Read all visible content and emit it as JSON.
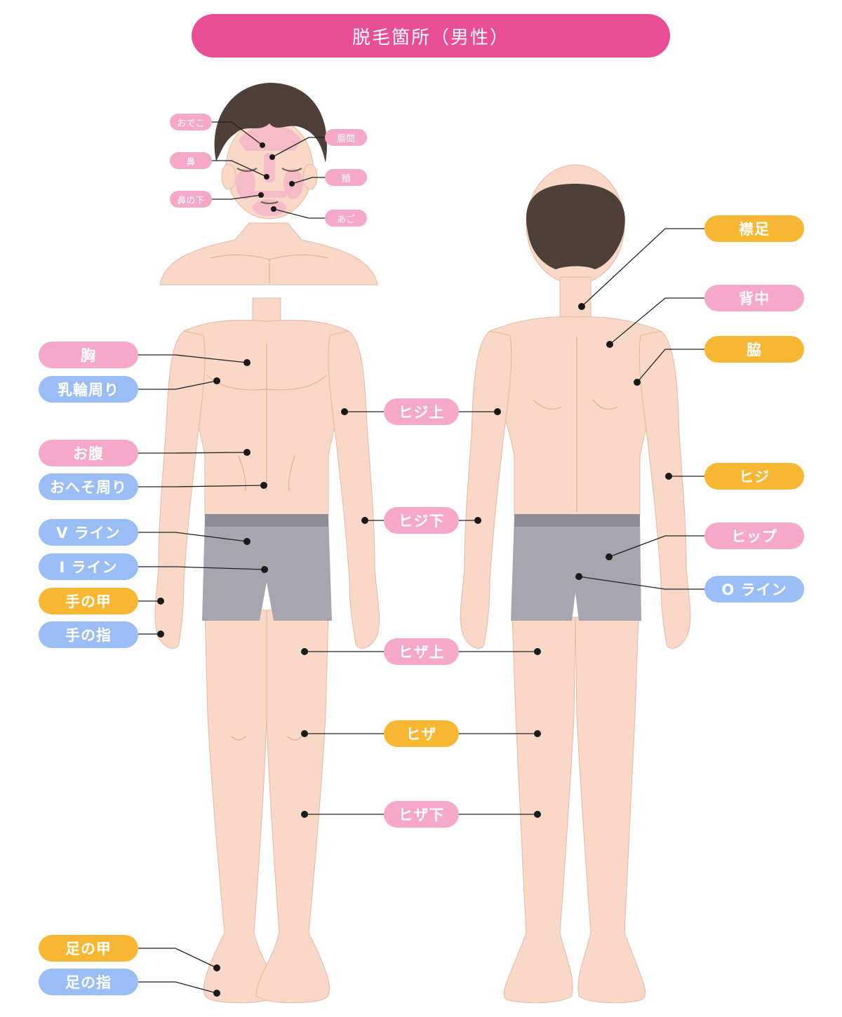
{
  "title": "脱毛箇所（男性）",
  "colors": {
    "title": "#e94d95",
    "pink": "#f6a8c9",
    "blue": "#9bbdf5",
    "orange": "#f8b733",
    "skin": "#f9d8c8",
    "hair": "#4e4038",
    "shorts": "#a7a5ad",
    "waistband": "#8e8c94"
  },
  "face_labels": [
    "おでこ",
    "眉間",
    "鼻",
    "頬",
    "鼻の下",
    "あご"
  ],
  "front_left_labels": [
    {
      "text": "胸",
      "color": "pink"
    },
    {
      "text": "乳輪周り",
      "color": "blue"
    },
    {
      "text": "お腹",
      "color": "pink"
    },
    {
      "text": "おへそ周り",
      "color": "blue"
    },
    {
      "text": "V ライン",
      "color": "blue"
    },
    {
      "text": "I ライン",
      "color": "blue"
    },
    {
      "text": "手の甲",
      "color": "orange"
    },
    {
      "text": "手の指",
      "color": "blue"
    },
    {
      "text": "足の甲",
      "color": "orange"
    },
    {
      "text": "足の指",
      "color": "blue"
    }
  ],
  "middle_labels": [
    {
      "text": "ヒジ上",
      "color": "pink"
    },
    {
      "text": "ヒジ下",
      "color": "pink"
    },
    {
      "text": "ヒザ上",
      "color": "pink"
    },
    {
      "text": "ヒザ",
      "color": "orange"
    },
    {
      "text": "ヒザ下",
      "color": "pink"
    }
  ],
  "back_right_labels": [
    {
      "text": "襟足",
      "color": "orange"
    },
    {
      "text": "背中",
      "color": "pink"
    },
    {
      "text": "脇",
      "color": "orange"
    },
    {
      "text": "ヒジ",
      "color": "orange"
    },
    {
      "text": "ヒップ",
      "color": "pink"
    },
    {
      "text": "O ライン",
      "color": "blue"
    }
  ]
}
